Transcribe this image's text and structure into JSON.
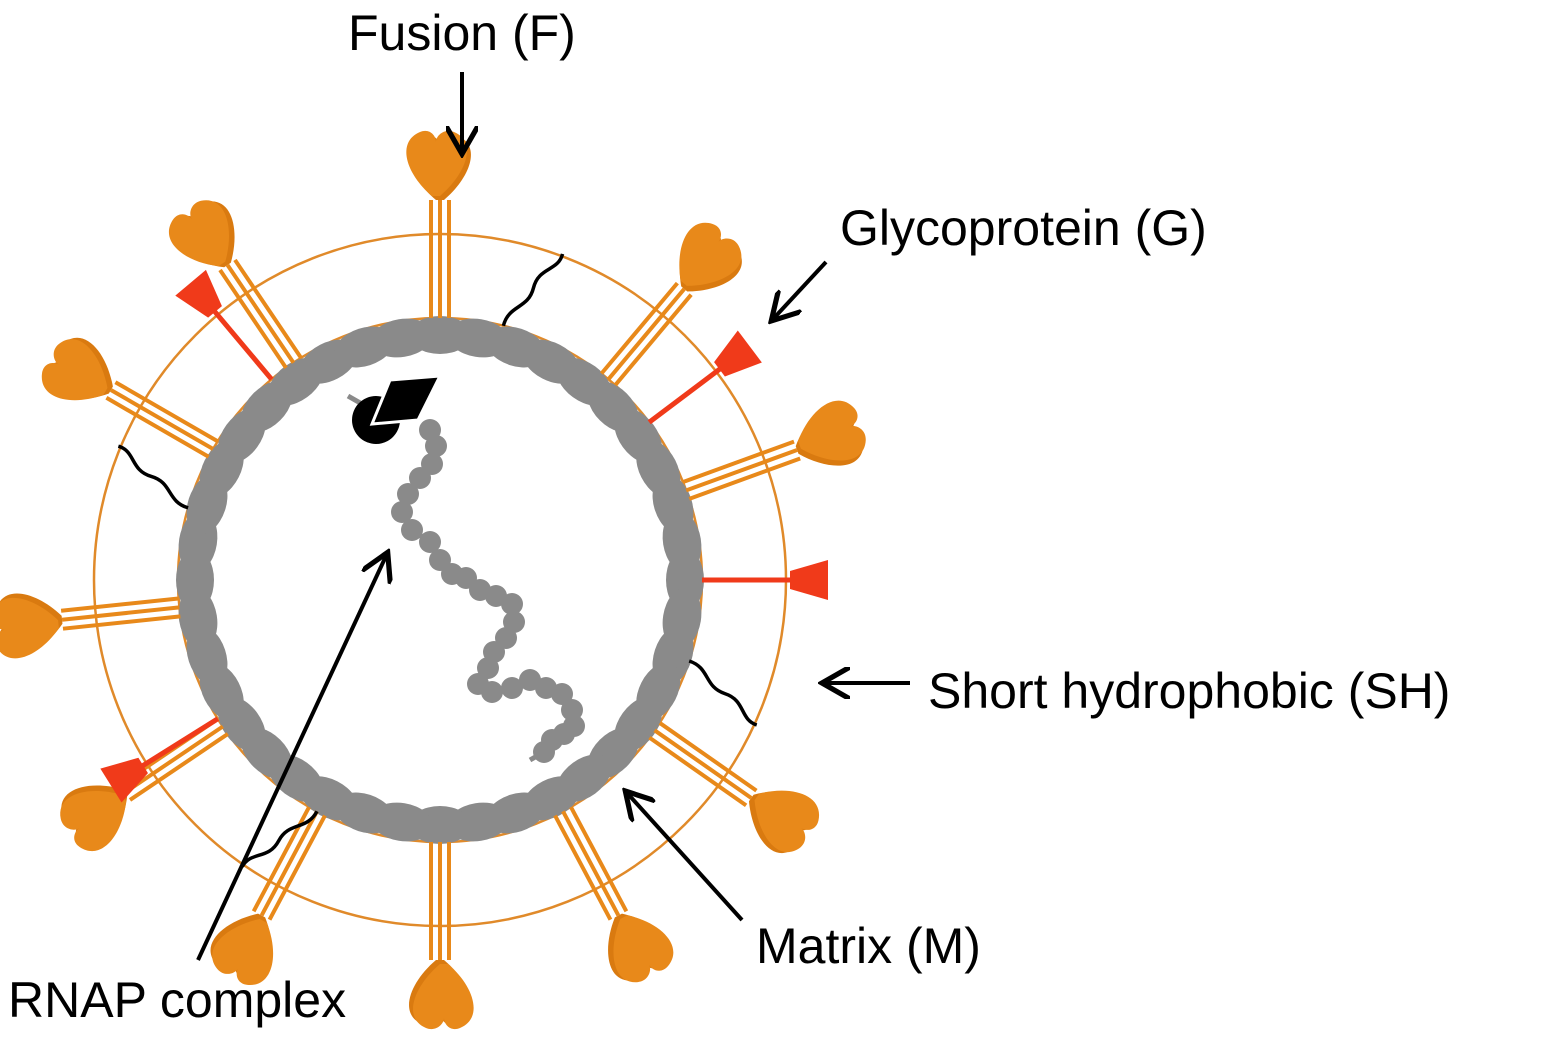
{
  "labels": {
    "fusion": "Fusion (F)",
    "glycoprotein": "Glycoprotein (G)",
    "short_hydrophobic": "Short hydrophobic (SH)",
    "matrix": "Matrix (M)",
    "rnap": "RNAP complex"
  },
  "colors": {
    "fusion": "#e8891a",
    "glycoprotein": "#f03a1a",
    "matrix": "#8a8a8a",
    "envelope": "#e08a2a",
    "sh": "#000000",
    "rnap": "#000000",
    "arrow": "#000000"
  }
}
